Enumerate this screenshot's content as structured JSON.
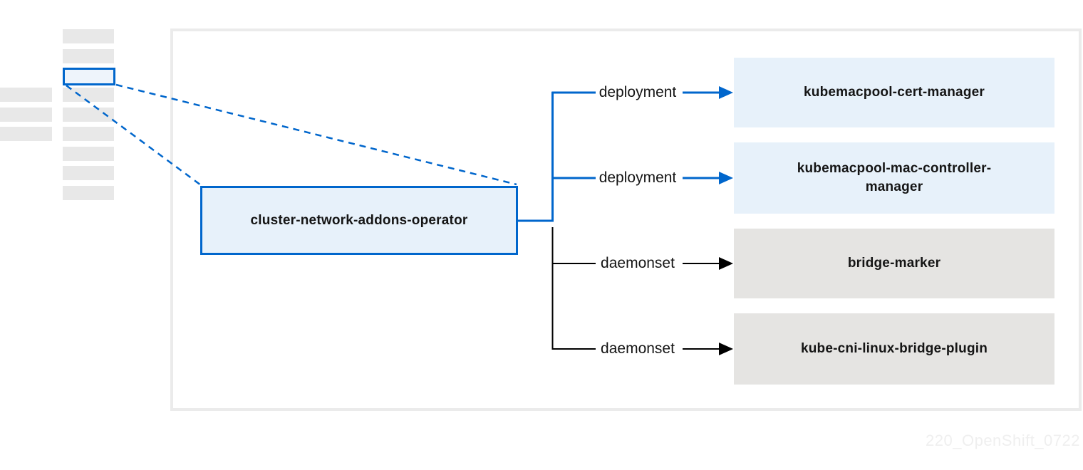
{
  "diagram": {
    "operator": {
      "label": "cluster-network-addons-operator"
    },
    "branches": [
      {
        "connector": "deployment",
        "target": "kubemacpool-cert-manager"
      },
      {
        "connector": "deployment",
        "target": "kubemacpool-mac-controller-\nmanager"
      },
      {
        "connector": "daemonset",
        "target": "bridge-marker"
      },
      {
        "connector": "daemonset",
        "target": "kube-cni-linux-bridge-plugin"
      }
    ]
  },
  "watermark": "220_OpenShift_0722",
  "colors": {
    "accent_blue": "#0066cc",
    "light_blue_fill": "#e7f1fa",
    "gray_fill": "#e5e4e2",
    "skeleton_gray": "#e8e8e8",
    "outer_border": "#ebebeb",
    "text": "#151515",
    "black_line": "#000000",
    "watermark_gray": "#efefef"
  }
}
